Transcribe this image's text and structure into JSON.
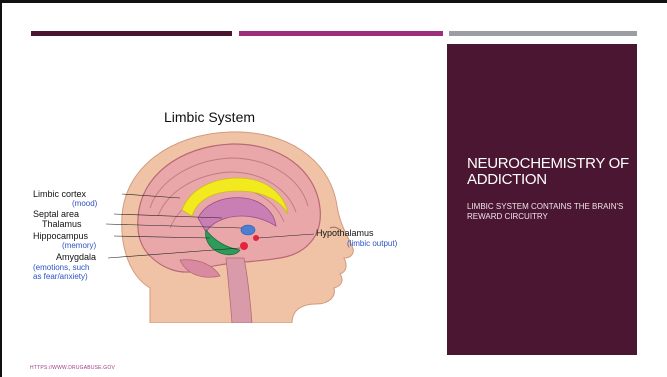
{
  "figure": {
    "title": "Limbic System",
    "labels": {
      "limbic_cortex": "Limbic cortex",
      "mood": "(mood)",
      "septal_area": "Septal area",
      "thalamus": "Thalamus",
      "hippocampus": "Hippocampus",
      "memory": "(memory)",
      "amygdala": "Amygdala",
      "amygdala_note_1": "(emotions, such",
      "amygdala_note_2": "as fear/anxiety)",
      "hypothalamus": "Hypothalamus",
      "limbic_output": "(limbic output)"
    }
  },
  "panel": {
    "title": "NEUROCHEMISTRY OF ADDICTION",
    "subtitle": "LIMBIC SYSTEM CONTAINS THE BRAIN'S REWARD CIRCUITRY"
  },
  "source": "HTTPS://WWW.DRUGABUSE.GOV",
  "colors": {
    "panel_bg": "#4b1632",
    "bar_dark": "#4a1530",
    "bar_magenta": "#9b2f7a",
    "bar_gray": "#9a9ea3"
  }
}
